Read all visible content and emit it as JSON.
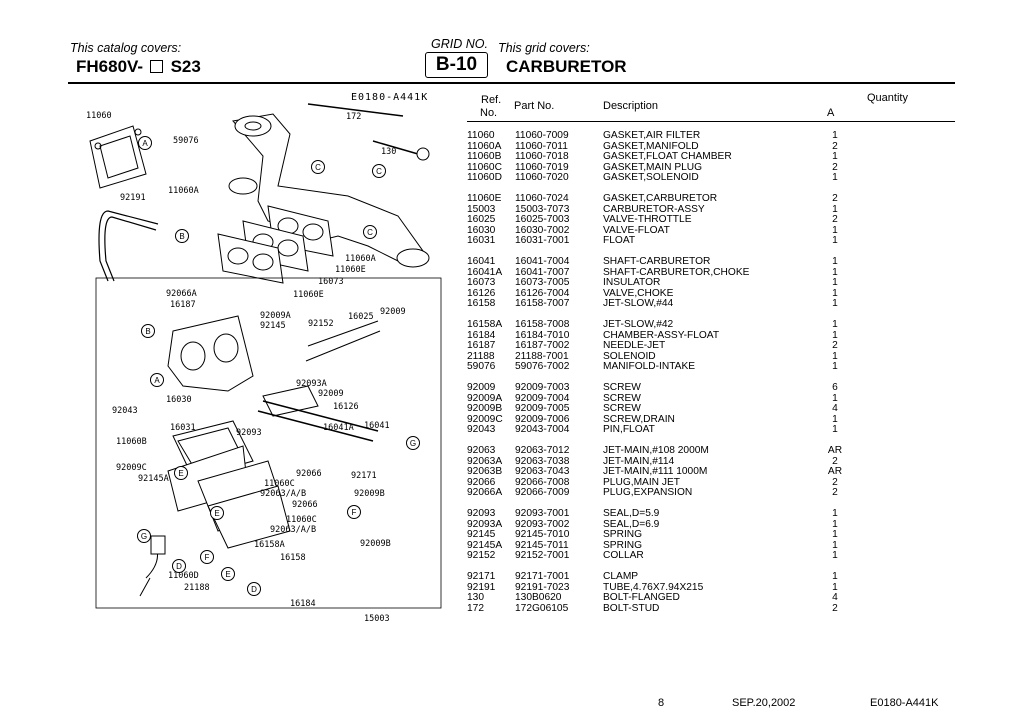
{
  "header": {
    "catalog_covers_label": "This catalog covers:",
    "model_prefix": "FH680V-",
    "model_suffix": "S23",
    "grid_no_label": "GRID NO.",
    "grid_value": "B-10",
    "grid_covers_label": "This grid covers:",
    "grid_title": "CARBURETOR"
  },
  "diagram": {
    "code": "E0180-A441K",
    "labels": [
      "11060",
      "172",
      "59076",
      "130",
      "11060A",
      "92191",
      "11060A",
      "11060E",
      "16073",
      "92066A",
      "11060E",
      "16187",
      "92009A",
      "92145",
      "92152",
      "16025",
      "92009",
      "92093A",
      "92009",
      "16030",
      "16126",
      "92043",
      "16031",
      "92093",
      "16041A",
      "16041",
      "11060B",
      "92009C",
      "92066",
      "92145A",
      "11060C",
      "92063/A/B",
      "92171",
      "92009B",
      "92066",
      "11060C",
      "92063/A/B",
      "16158A",
      "92009B",
      "16158",
      "11060D",
      "21188",
      "16184",
      "15003"
    ],
    "callouts": [
      "A",
      "B",
      "C",
      "C",
      "C",
      "B",
      "A",
      "G",
      "E",
      "F",
      "E",
      "G",
      "F",
      "D",
      "E",
      "D"
    ]
  },
  "table": {
    "headers": {
      "ref_line1": "Ref.",
      "ref_line2": "No.",
      "part_no": "Part No.",
      "description": "Description",
      "quantity": "Quantity",
      "qty_col": "A"
    },
    "groups": [
      [
        [
          "11060",
          "11060-7009",
          "GASKET,AIR FILTER",
          "1"
        ],
        [
          "11060A",
          "11060-7011",
          "GASKET,MANIFOLD",
          "2"
        ],
        [
          "11060B",
          "11060-7018",
          "GASKET,FLOAT CHAMBER",
          "1"
        ],
        [
          "11060C",
          "11060-7019",
          "GASKET,MAIN PLUG",
          "2"
        ],
        [
          "11060D",
          "11060-7020",
          "GASKET,SOLENOID",
          "1"
        ]
      ],
      [
        [
          "11060E",
          "11060-7024",
          "GASKET,CARBURETOR",
          "2"
        ],
        [
          "15003",
          "15003-7073",
          "CARBURETOR-ASSY",
          "1"
        ],
        [
          "16025",
          "16025-7003",
          "VALVE-THROTTLE",
          "2"
        ],
        [
          "16030",
          "16030-7002",
          "VALVE-FLOAT",
          "1"
        ],
        [
          "16031",
          "16031-7001",
          "FLOAT",
          "1"
        ]
      ],
      [
        [
          "16041",
          "16041-7004",
          "SHAFT-CARBURETOR",
          "1"
        ],
        [
          "16041A",
          "16041-7007",
          "SHAFT-CARBURETOR,CHOKE",
          "1"
        ],
        [
          "16073",
          "16073-7005",
          "INSULATOR",
          "1"
        ],
        [
          "16126",
          "16126-7004",
          "VALVE,CHOKE",
          "1"
        ],
        [
          "16158",
          "16158-7007",
          "JET-SLOW,#44",
          "1"
        ]
      ],
      [
        [
          "16158A",
          "16158-7008",
          "JET-SLOW,#42",
          "1"
        ],
        [
          "16184",
          "16184-7010",
          "CHAMBER-ASSY-FLOAT",
          "1"
        ],
        [
          "16187",
          "16187-7002",
          "NEEDLE-JET",
          "2"
        ],
        [
          "21188",
          "21188-7001",
          "SOLENOID",
          "1"
        ],
        [
          "59076",
          "59076-7002",
          "MANIFOLD-INTAKE",
          "1"
        ]
      ],
      [
        [
          "92009",
          "92009-7003",
          "SCREW",
          "6"
        ],
        [
          "92009A",
          "92009-7004",
          "SCREW",
          "1"
        ],
        [
          "92009B",
          "92009-7005",
          "SCREW",
          "4"
        ],
        [
          "92009C",
          "92009-7006",
          "SCREW,DRAIN",
          "1"
        ],
        [
          "92043",
          "92043-7004",
          "PIN,FLOAT",
          "1"
        ]
      ],
      [
        [
          "92063",
          "92063-7012",
          "JET-MAIN,#108 2000M",
          "AR"
        ],
        [
          "92063A",
          "92063-7038",
          "JET-MAIN,#114",
          "2"
        ],
        [
          "92063B",
          "92063-7043",
          "JET-MAIN,#111 1000M",
          "AR"
        ],
        [
          "92066",
          "92066-7008",
          "PLUG,MAIN JET",
          "2"
        ],
        [
          "92066A",
          "92066-7009",
          "PLUG,EXPANSION",
          "2"
        ]
      ],
      [
        [
          "92093",
          "92093-7001",
          "SEAL,D=5.9",
          "1"
        ],
        [
          "92093A",
          "92093-7002",
          "SEAL,D=6.9",
          "1"
        ],
        [
          "92145",
          "92145-7010",
          "SPRING",
          "1"
        ],
        [
          "92145A",
          "92145-7011",
          "SPRING",
          "1"
        ],
        [
          "92152",
          "92152-7001",
          "COLLAR",
          "1"
        ]
      ],
      [
        [
          "92171",
          "92171-7001",
          "CLAMP",
          "1"
        ],
        [
          "92191",
          "92191-7023",
          "TUBE,4.76X7.94X215",
          "1"
        ],
        [
          "130",
          "130B0620",
          "BOLT-FLANGED",
          "4"
        ],
        [
          "172",
          "172G06105",
          "BOLT-STUD",
          "2"
        ]
      ]
    ]
  },
  "footer": {
    "page": "8",
    "date": "SEP.20,2002",
    "code": "E0180-A441K"
  }
}
